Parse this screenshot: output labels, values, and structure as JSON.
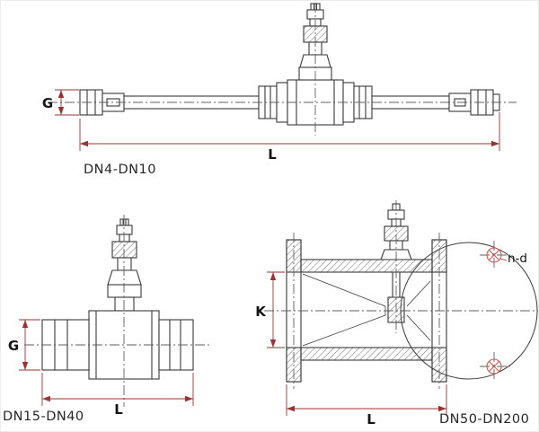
{
  "diagram": {
    "type": "technical-dimension-drawing",
    "colors": {
      "line": "#3a3a3a",
      "centerline": "#5f5f5f",
      "dimension": "#9a3332",
      "bolt_hole": "#d0584f",
      "label_text": "#262626"
    },
    "views": {
      "top": {
        "label": "DN4-DN10",
        "dim_g": "G",
        "dim_l": "L"
      },
      "bottom_left": {
        "label": "DN15-DN40",
        "dim_g": "G",
        "dim_l": "L"
      },
      "bottom_right": {
        "label": "DN50-DN200",
        "dim_k": "K",
        "dim_l": "L",
        "bolt_note": "n-d"
      }
    }
  }
}
